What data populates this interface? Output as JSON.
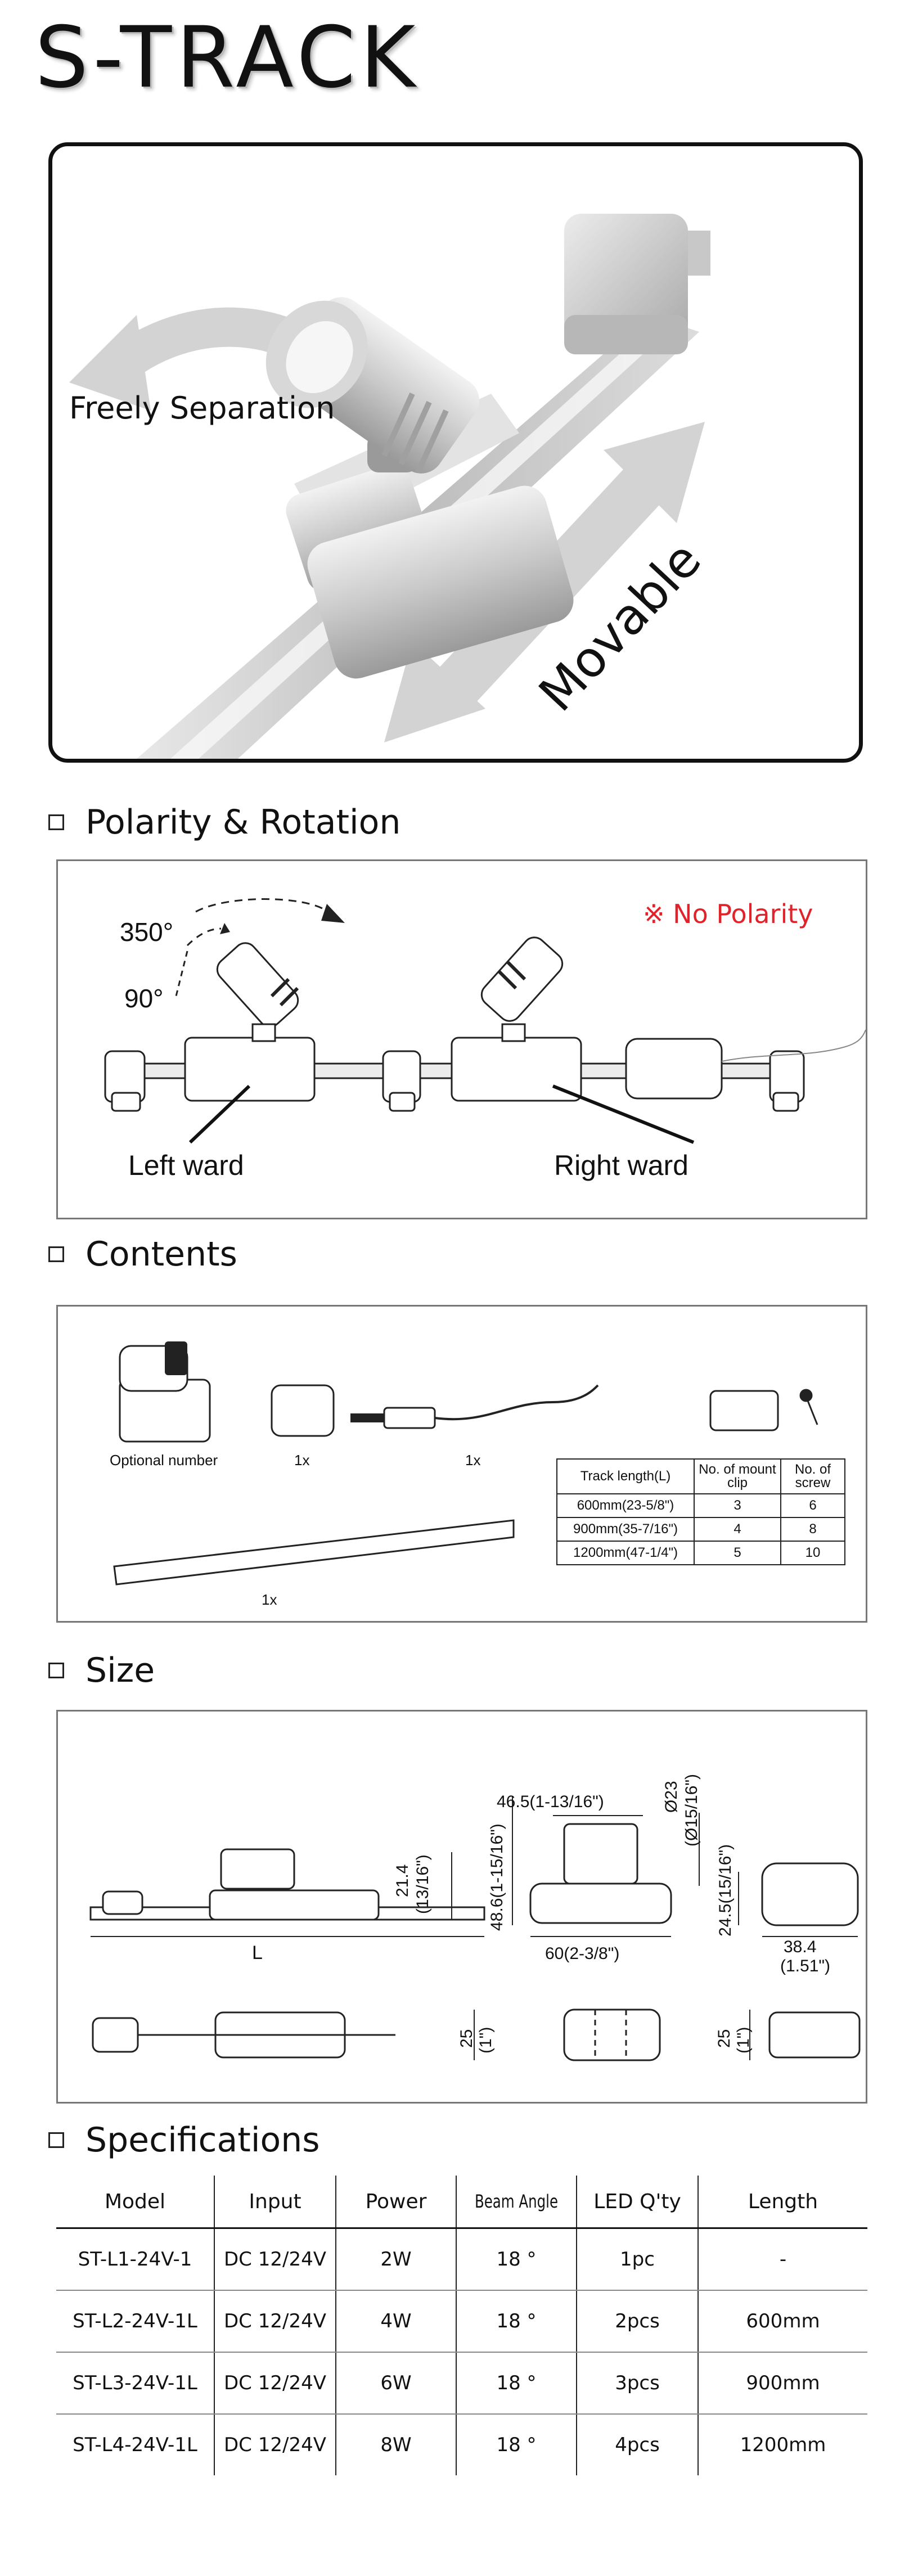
{
  "title": "S-TRACK",
  "hero": {
    "left_label": "Freely Separation",
    "right_label": "Movable"
  },
  "polarity": {
    "heading": "Polarity & Rotation",
    "angle_350": "350°",
    "angle_90": "90°",
    "no_polarity": "※ No Polarity",
    "left_ward": "Left ward",
    "right_ward": "Right ward",
    "colors": {
      "accent_red": "#e0232a"
    }
  },
  "contents": {
    "heading": "Contents",
    "optional_number": "Optional number",
    "qty_endcap": "1x",
    "qty_cable": "1x",
    "qty_track": "1x",
    "clip_table": {
      "headers": [
        "Track length(L)",
        "No. of mount clip",
        "No. of screw"
      ],
      "rows": [
        [
          "600mm(23-5/8\")",
          "3",
          "6"
        ],
        [
          "900mm(35-7/16\")",
          "4",
          "8"
        ],
        [
          "1200mm(47-1/4\")",
          "5",
          "10"
        ]
      ]
    }
  },
  "size": {
    "heading": "Size",
    "dim_L": "L",
    "dim_21_4": "21.4",
    "dim_13_16": "(13/16\")",
    "dim_48_6": "48.6(1-15/16\")",
    "dim_46_5": "46.5(1-13/16\")",
    "dim_23": "Ø23",
    "dim_15_16": "(Ø15/16\")",
    "dim_60": "60(2-3/8\")",
    "dim_24_5": "24.5(15/16\")",
    "dim_38_4": "38.4",
    "dim_1_51": "(1.51\")",
    "dim_25_a": "25",
    "dim_1in_a": "(1\")",
    "dim_25_b": "25",
    "dim_1in_b": "(1\")"
  },
  "specifications": {
    "heading": "Specifications",
    "columns": [
      "Model",
      "Input",
      "Power",
      "Beam Angle",
      "LED Q'ty",
      "Length"
    ],
    "rows": [
      [
        "ST-L1-24V-1",
        "DC 12/24V",
        "2W",
        "18 °",
        "1pc",
        "-"
      ],
      [
        "ST-L2-24V-1L",
        "DC 12/24V",
        "4W",
        "18 °",
        "2pcs",
        "600mm"
      ],
      [
        "ST-L3-24V-1L",
        "DC 12/24V",
        "6W",
        "18 °",
        "3pcs",
        "900mm"
      ],
      [
        "ST-L4-24V-1L",
        "DC 12/24V",
        "8W",
        "18 °",
        "4pcs",
        "1200mm"
      ]
    ]
  }
}
